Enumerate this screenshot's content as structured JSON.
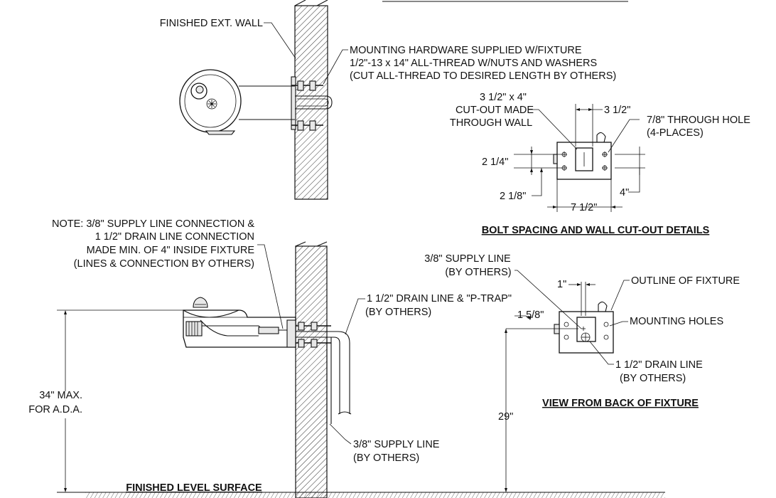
{
  "labels": {
    "finished_ext_wall": "FINISHED EXT. WALL",
    "mounting_hw_1": "MOUNTING HARDWARE SUPPLIED W/FIXTURE",
    "mounting_hw_2": "1/2\"-13 x 14\" ALL-THREAD W/NUTS AND WASHERS",
    "mounting_hw_3": "(CUT ALL-THREAD TO DESIRED LENGTH BY OTHERS)",
    "cutout_1": "3 1/2\" x 4\"",
    "cutout_2": "CUT-OUT MADE",
    "cutout_3": "THROUGH WALL",
    "dim_3_5_top": "3 1/2\"",
    "through_hole_1": "7/8\" THROUGH HOLE",
    "through_hole_2": "(4-PLACES)",
    "dim_2_25": "2 1/4\"",
    "dim_2_125": "2 1/8\"",
    "dim_7_5": "7 1/2\"",
    "dim_4": "4\"",
    "bolt_title": "BOLT SPACING AND WALL CUT-OUT DETAILS",
    "note_1": "NOTE: 3/8\" SUPPLY LINE CONNECTION &",
    "note_2": "1 1/2\" DRAIN LINE CONNECTION",
    "note_3": "MADE MIN. OF 4\" INSIDE FIXTURE",
    "note_4": "(LINES & CONNECTION BY OTHERS)",
    "drain_ptrap_1": "1 1/2\" DRAIN LINE & \"P-TRAP\"",
    "drain_ptrap_2": "(BY OTHERS)",
    "supply_line_top_1": "3/8\" SUPPLY LINE",
    "supply_line_top_2": "(BY OTHERS)",
    "dim_1": "1\"",
    "outline_fixture": "OUTLINE OF FIXTURE",
    "dim_1_625": "1 5/8\"",
    "mounting_holes": "MOUNTING HOLES",
    "drain_line_1": "1 1/2\" DRAIN LINE",
    "drain_line_2": "(BY OTHERS)",
    "back_view_title": "VIEW FROM BACK OF FIXTURE",
    "ada_1": "34\" MAX.",
    "ada_2": "FOR A.D.A.",
    "dim_29": "29\"",
    "supply_line_bottom_1": "3/8\" SUPPLY LINE",
    "supply_line_bottom_2": "(BY OTHERS)",
    "finished_level": "FINISHED LEVEL SURFACE"
  }
}
